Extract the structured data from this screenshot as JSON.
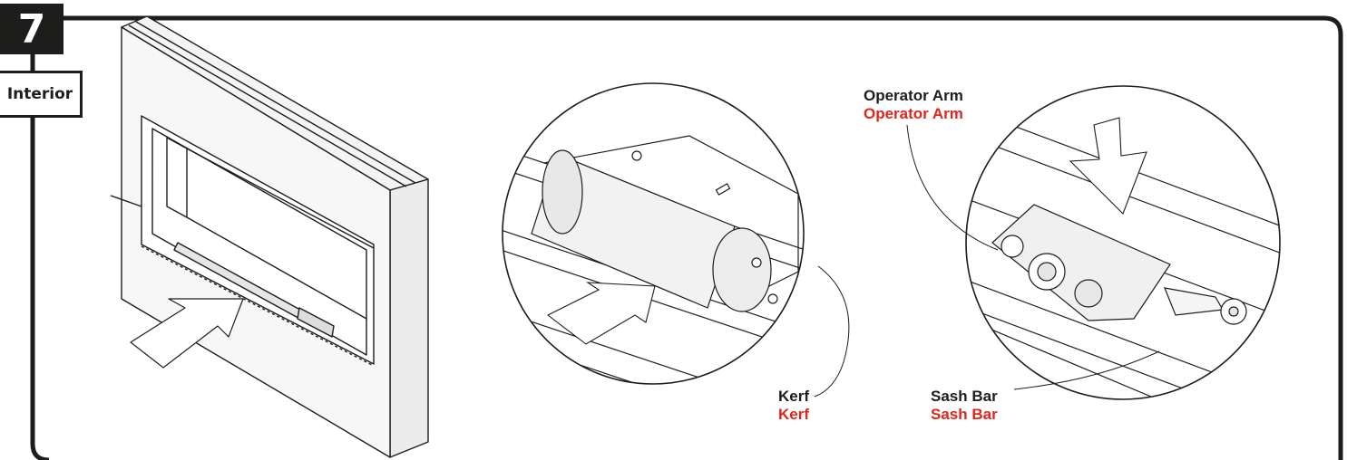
{
  "step": {
    "number": "7",
    "label": "Interior"
  },
  "callouts": {
    "operator_arm": {
      "primary": "Operator Arm",
      "secondary": "Operator Arm"
    },
    "kerf": {
      "primary": "Kerf",
      "secondary": "Kerf"
    },
    "sash_bar": {
      "primary": "Sash Bar",
      "secondary": "Sash Bar"
    }
  },
  "colors": {
    "ink": "#1d1d1b",
    "accent_red": "#e1251b",
    "background": "#ffffff"
  }
}
